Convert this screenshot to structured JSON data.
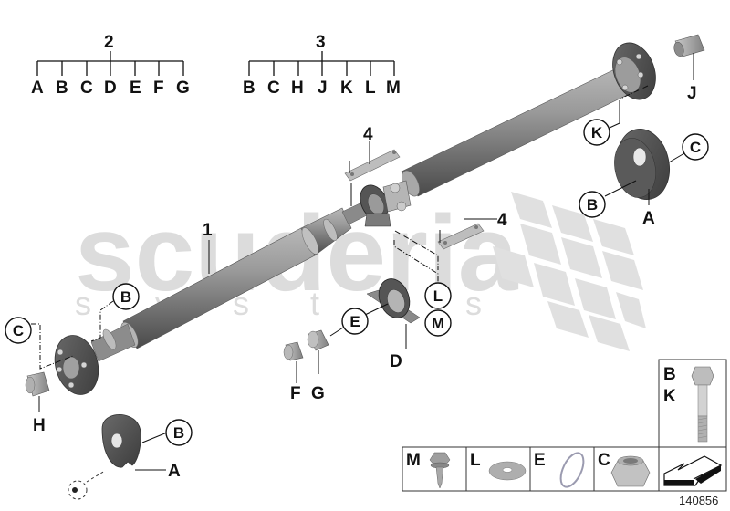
{
  "diagram": {
    "type": "exploded-parts-diagram",
    "subject": "drive shaft assembly",
    "watermark": {
      "main": "scuderia",
      "sub": [
        "s",
        "y",
        "s",
        "t",
        "e",
        "s"
      ]
    },
    "drawing_number": "140856",
    "group_2": {
      "number": "2",
      "items": [
        "A",
        "B",
        "C",
        "D",
        "E",
        "F",
        "G"
      ]
    },
    "group_3": {
      "number": "3",
      "items": [
        "B",
        "C",
        "H",
        "J",
        "K",
        "L",
        "M"
      ]
    },
    "callouts": {
      "shaft": "1",
      "bracket_upper": "4",
      "bracket_lower": "4",
      "K_rear": "K",
      "C_rear_disc": "C",
      "B_rear_disc": "B",
      "A_rear_disc": "A",
      "J_bushing": "J",
      "B_front": "B",
      "C_front": "C",
      "H_bushing": "H",
      "B_front_disc": "B",
      "A_front_disc": "A",
      "L_center": "L",
      "M_center": "M",
      "E_center": "E",
      "D_center": "D",
      "F_ring": "F",
      "G_ring": "G"
    },
    "hardware_legend": {
      "bolt_labels": [
        "B",
        "K"
      ],
      "cells": [
        {
          "label": "M",
          "part": "flange-screw"
        },
        {
          "label": "L",
          "part": "washer"
        },
        {
          "label": "E",
          "part": "circlip"
        },
        {
          "label": "C",
          "part": "self-locking-nut"
        },
        {
          "label": "",
          "part": "arrow"
        }
      ]
    }
  }
}
